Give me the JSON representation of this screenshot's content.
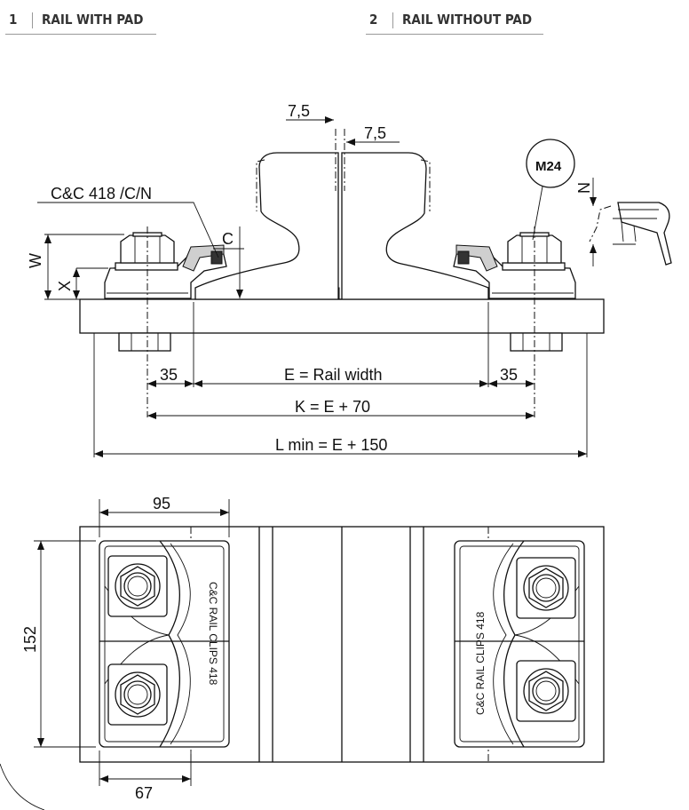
{
  "tabs": [
    {
      "number": "1",
      "label": "RAIL WITH PAD"
    },
    {
      "number": "2",
      "label": "RAIL WITHOUT PAD"
    }
  ],
  "labels": {
    "clip_model": "C&C 418 /C/N",
    "bolt": "M24",
    "dim_w": "W",
    "dim_x": "X",
    "dim_c": "C",
    "dim_n": "N",
    "gap_left": "7,5",
    "gap_right": "7,5",
    "edge_left": "35",
    "edge_right": "35",
    "rail_width": "E = Rail width",
    "k_formula": "K = E + 70",
    "l_formula": "L min = E + 150",
    "plate_width": "95",
    "plate_height": "152",
    "clip_width": "67",
    "clip_text_left": "C&C RAIL CLIPS 418",
    "clip_text_right": "C&C RAIL CLIPS 418"
  }
}
